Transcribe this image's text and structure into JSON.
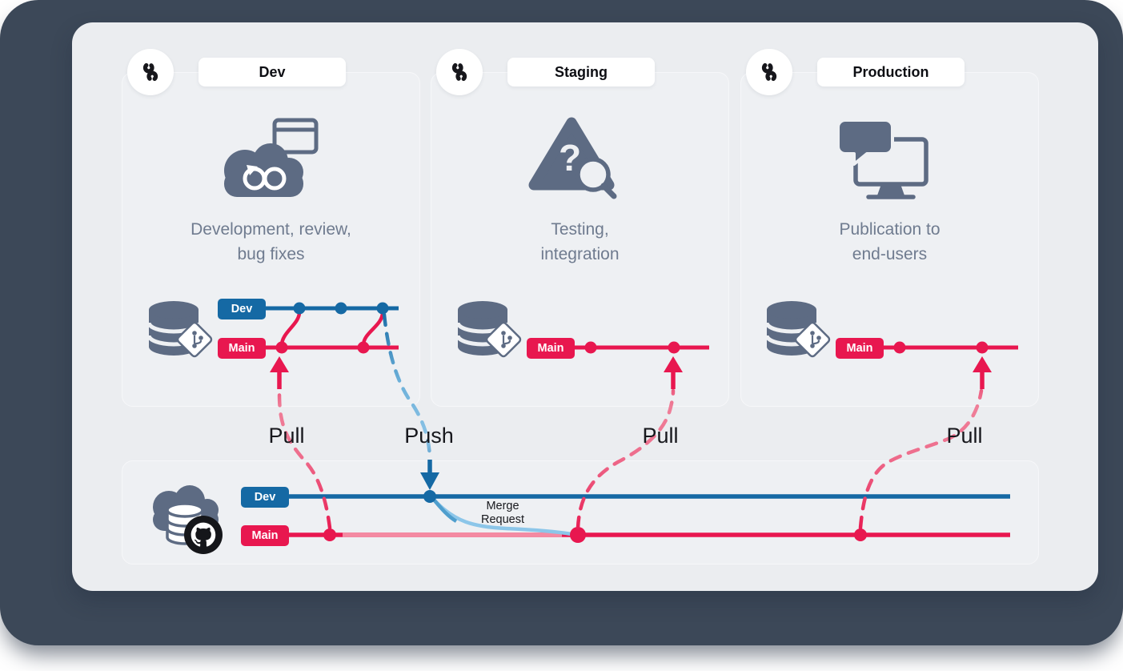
{
  "colors": {
    "blue": "#1569a4",
    "pink": "#e8174f",
    "light_pink": "#f2849e",
    "light_blue": "#8cc6e9",
    "icon_gray": "#5d6b83",
    "background_dark": "#3c4858"
  },
  "panels": [
    {
      "title": "Dev",
      "description_line1": "Development, review,",
      "description_line2": "bug fixes",
      "icon": "cloud-sync-window-icon",
      "branch1": "Dev",
      "branch2": "Main"
    },
    {
      "title": "Staging",
      "description_line1": "Testing,",
      "description_line2": "integration",
      "icon": "warning-question-search-icon",
      "question_mark": "?",
      "branch1": "Main"
    },
    {
      "title": "Production",
      "description_line1": "Publication to",
      "description_line2": "end-users",
      "icon": "monitor-chat-icon",
      "branch1": "Main"
    }
  ],
  "remote_repo": {
    "icon": "github-cloud-database-icon",
    "branch1": "Dev",
    "branch2": "Main",
    "merge_label_line1": "Merge",
    "merge_label_line2": "Request"
  },
  "flow_labels": {
    "pull_dev": "Pull",
    "push_dev": "Push",
    "pull_staging": "Pull",
    "pull_production": "Pull"
  }
}
